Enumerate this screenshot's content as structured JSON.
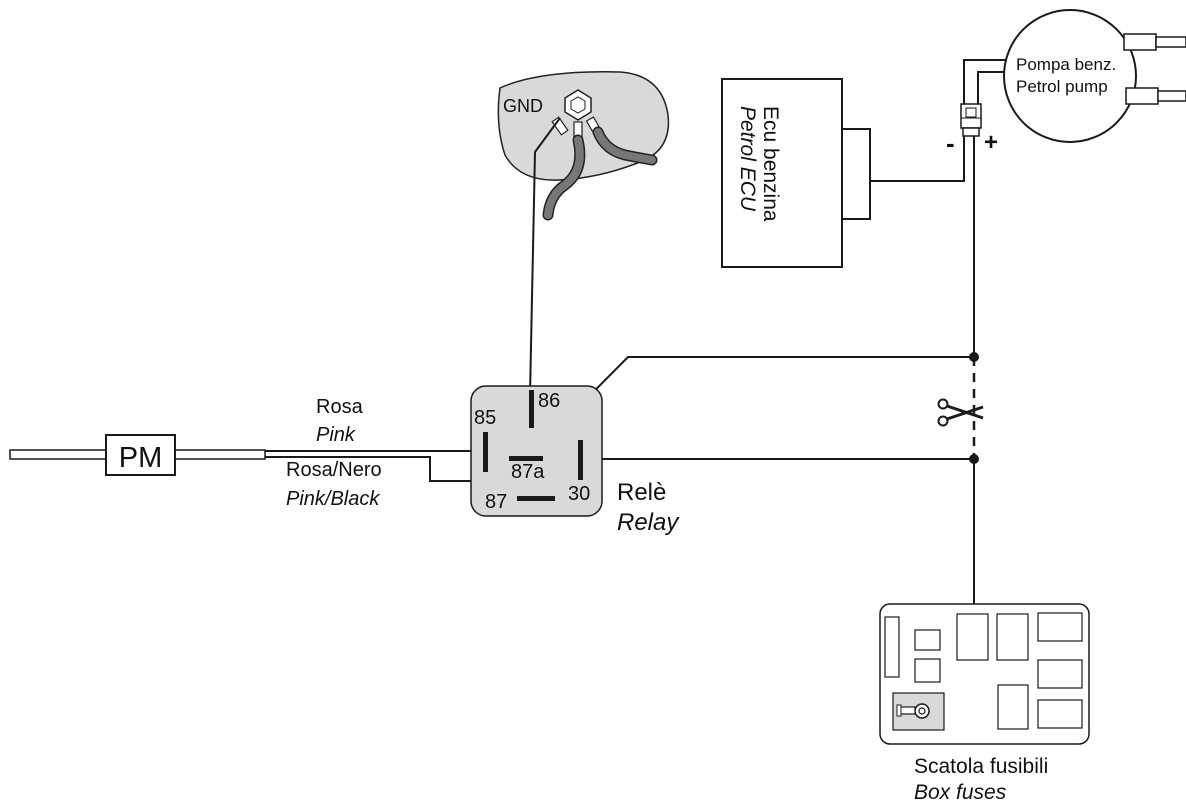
{
  "labels": {
    "gnd": "GND",
    "ecu_line1": "Ecu benzina",
    "ecu_line2": "Petrol ECU",
    "pump_line1": "Pompa benz.",
    "pump_line2": "Petrol pump",
    "minus": "-",
    "plus": "+",
    "pm": "PM",
    "pink_it": "Rosa",
    "pink_en": "Pink",
    "pinkblack_it": "Rosa/Nero",
    "pinkblack_en": "Pink/Black",
    "relay_it": "Relè",
    "relay_en": "Relay",
    "fuse_it": "Scatola fusibili",
    "fuse_en": "Box fuses"
  },
  "relay_pins": {
    "p85": "85",
    "p86": "86",
    "p87a": "87a",
    "p87": "87",
    "p30": "30"
  },
  "colors": {
    "panel_gray": "#d9d9d9",
    "wire": "#1a1a1a"
  },
  "icons": {
    "cut_point": "scissors-icon",
    "ground_bolt": "ground-bolt-icon"
  }
}
